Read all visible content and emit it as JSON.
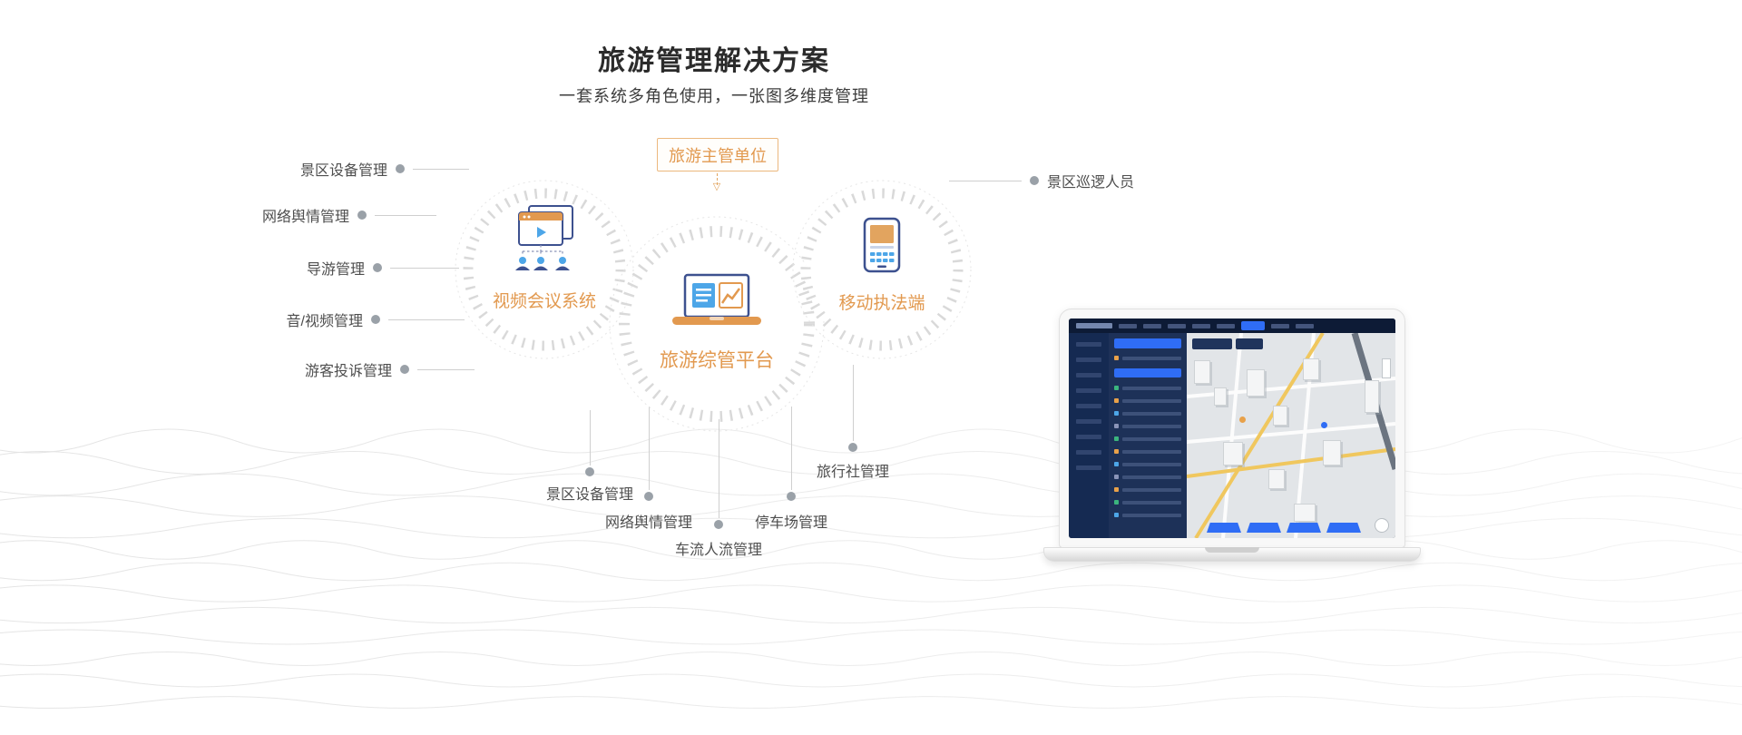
{
  "header": {
    "title": "旅游管理解决方案",
    "subtitle": "一套系统多角色使用，一张图多维度管理"
  },
  "diagram": {
    "authority_label": "旅游主管单位",
    "nodes": [
      {
        "id": "video-conference",
        "label": "视频会议系统"
      },
      {
        "id": "management-platform",
        "label": "旅游综管平台"
      },
      {
        "id": "mobile-enforcement",
        "label": "移动执法端"
      }
    ],
    "left_labels": [
      "景区设备管理",
      "网络舆情管理",
      "导游管理",
      "音/视频管理",
      "游客投诉管理"
    ],
    "right_labels": [
      "景区巡逻人员"
    ],
    "bottom_labels": [
      "景区设备管理",
      "网络舆情管理",
      "车流人流管理",
      "停车场管理",
      "旅行社管理"
    ]
  },
  "colors": {
    "accent_orange": "#E2994F",
    "accent_orange_border": "#ECB87E",
    "title_text": "#2B2B2B",
    "label_text": "#4E4E4E",
    "connector_gray": "#CFCFCF",
    "ring_gray": "#D9D9D9",
    "icon_navy": "#3D518F",
    "icon_blue": "#4DA6E8",
    "dashboard_navy": "#15233F",
    "dashboard_highlight_blue": "#2F6DF5",
    "map_road_yellow": "#F0C75E"
  },
  "icons": {
    "video-conference-icon": "browser-windows-with-play-and-people",
    "management-platform-icon": "laptop-with-list-and-chart",
    "mobile-terminal-icon": "smartphone",
    "down-arrow-icon": "▽"
  }
}
